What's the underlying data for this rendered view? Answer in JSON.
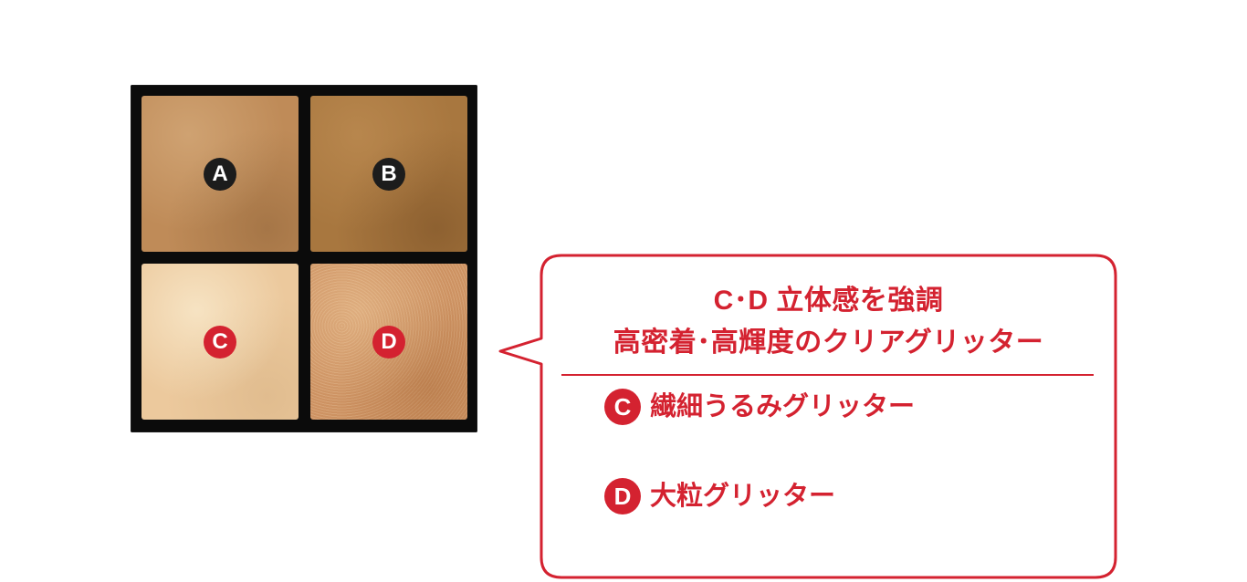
{
  "palette": {
    "pans": [
      {
        "label": "A",
        "color": "#bf8b58"
      },
      {
        "label": "B",
        "color": "#a8773f"
      },
      {
        "label": "C",
        "color": "#ecc99d"
      },
      {
        "label": "D",
        "color": "#cd9262"
      }
    ]
  },
  "callout": {
    "title_line_1": "C･D 立体感を強調",
    "title_line_2": "高密着･高輝度のクリアグリッター",
    "accent_color": "#d42230",
    "items": [
      {
        "badge": "C",
        "text": "繊細うるみグリッター"
      },
      {
        "badge": "D",
        "text": "大粒グリッター"
      }
    ]
  }
}
